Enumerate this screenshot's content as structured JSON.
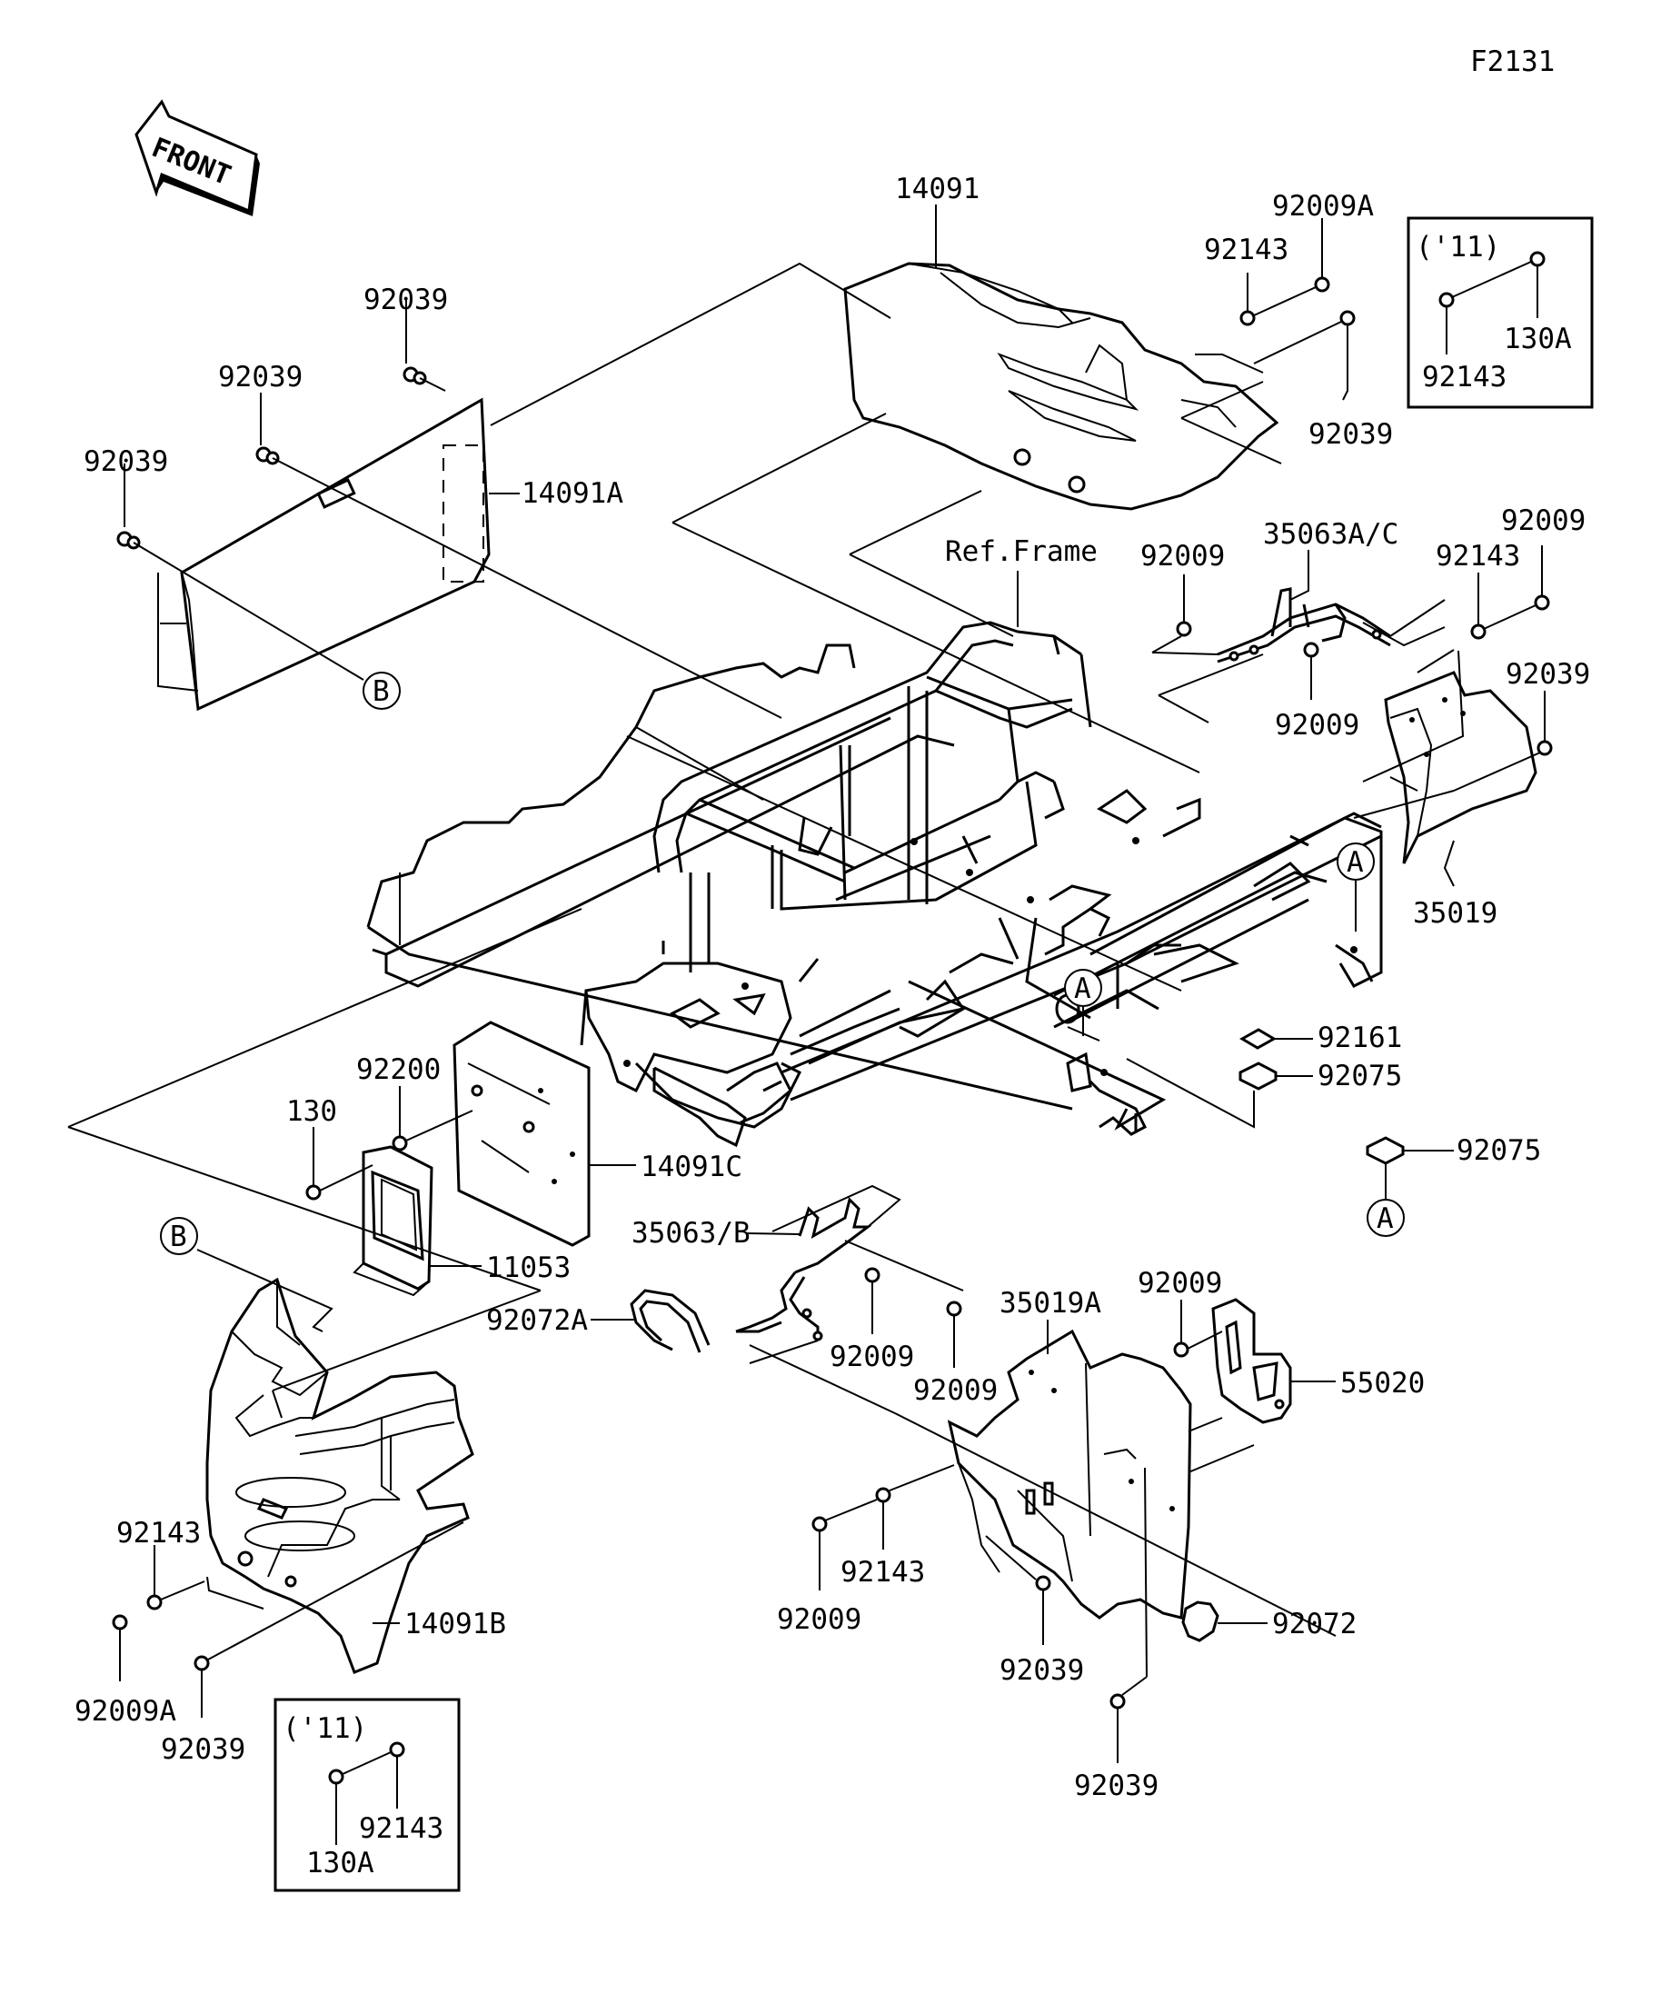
{
  "figure_id": "F2131",
  "front_label": "FRONT",
  "ref_frame_label": "Ref.Frame",
  "insets": [
    {
      "year": "('11)",
      "parts": [
        "130A",
        "92143"
      ]
    },
    {
      "year": "('11)",
      "parts": [
        "92143",
        "130A"
      ]
    }
  ],
  "callouts": {
    "a": "A",
    "b": "B"
  },
  "parts": {
    "p14091": "14091",
    "p14091A": "14091A",
    "p14091B": "14091B",
    "p14091C": "14091C",
    "p92039_1": "92039",
    "p92039_2": "92039",
    "p92039_3": "92039",
    "p92039_4": "92039",
    "p92039_5": "92039",
    "p92039_6": "92039",
    "p92039_7": "92039",
    "p92039_8": "92039",
    "p92009A_1": "92009A",
    "p92009A_2": "92009A",
    "p92143_1": "92143",
    "p92143_2": "92143",
    "p92143_3": "92143",
    "p92143_4": "92143",
    "p35063AC": "35063A/C",
    "p35063B": "35063/B",
    "p92009_1": "92009",
    "p92009_2": "92009",
    "p92009_3": "92009",
    "p92009_4": "92009",
    "p92009_5": "92009",
    "p92009_6": "92009",
    "p92009_7": "92009",
    "p35019": "35019",
    "p35019A": "35019A",
    "p92161": "92161",
    "p92075_1": "92075",
    "p92075_2": "92075",
    "p92200": "92200",
    "p130": "130",
    "p11053": "11053",
    "p92072A": "92072A",
    "p92072": "92072",
    "p55020": "55020"
  }
}
